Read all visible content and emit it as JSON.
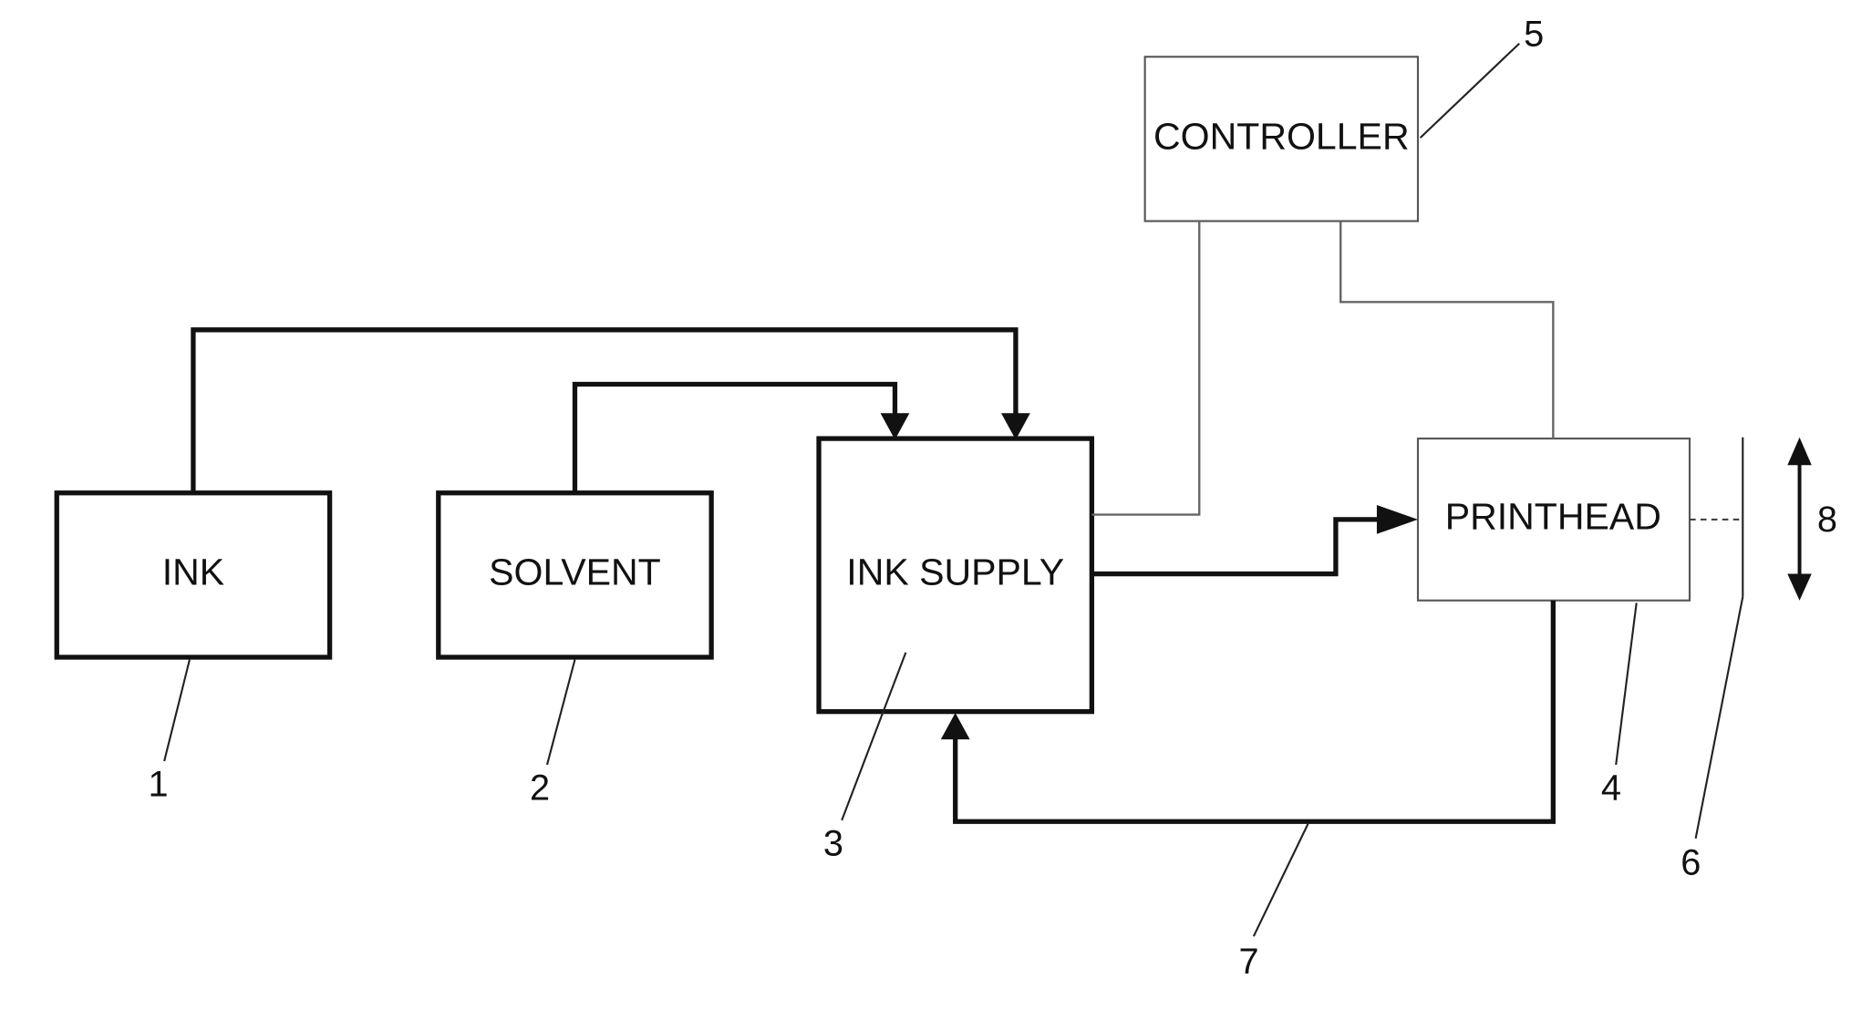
{
  "blocks": {
    "ink": "INK",
    "solvent": "SOLVENT",
    "ink_supply": "INK SUPPLY",
    "controller": "CONTROLLER",
    "printhead": "PRINTHEAD"
  },
  "reference_numerals": {
    "ink": "1",
    "solvent": "2",
    "ink_supply": "3",
    "printhead": "4",
    "controller": "5",
    "substrate": "6",
    "return_line": "7",
    "substrate_motion": "8"
  }
}
